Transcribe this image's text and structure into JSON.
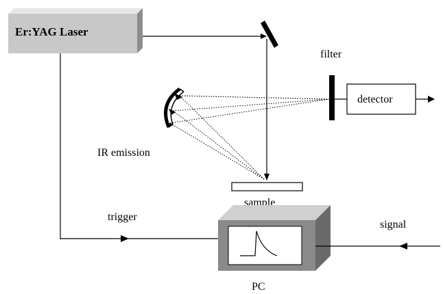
{
  "labels": {
    "laser": "Er:YAG Laser",
    "filter": "filter",
    "detector": "detector",
    "ir_emission": "IR emission",
    "sample": "sample",
    "trigger": "trigger",
    "signal": "signal",
    "pc": "PC"
  },
  "colors": {
    "box_fill": "#c8c8c8",
    "box_shadow": "#8c8c8c",
    "pc_face": "#8a8a8a",
    "pc_top": "#d0d0d0",
    "pc_side": "#6a6a6a",
    "line": "#000000"
  }
}
